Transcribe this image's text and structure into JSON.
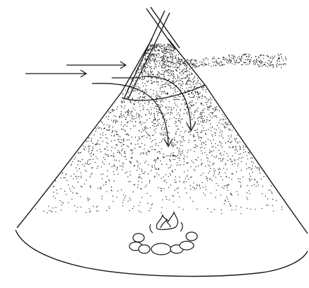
{
  "diagram": {
    "kind": "teepee-smoke-flow-illustration",
    "colors": {
      "stroke": "#1a1a1a",
      "dots": "#2a2a2a",
      "background": "#ffffff"
    },
    "elements": [
      "ground-outline",
      "teepee-cover",
      "crossed-poles",
      "smoke-hole-flap-line",
      "interior-smoke-dots",
      "exiting-smoke-plume",
      "incoming-wind-arrows",
      "downdraft-arrows",
      "campfire-flame",
      "fire-ring-stones"
    ]
  }
}
